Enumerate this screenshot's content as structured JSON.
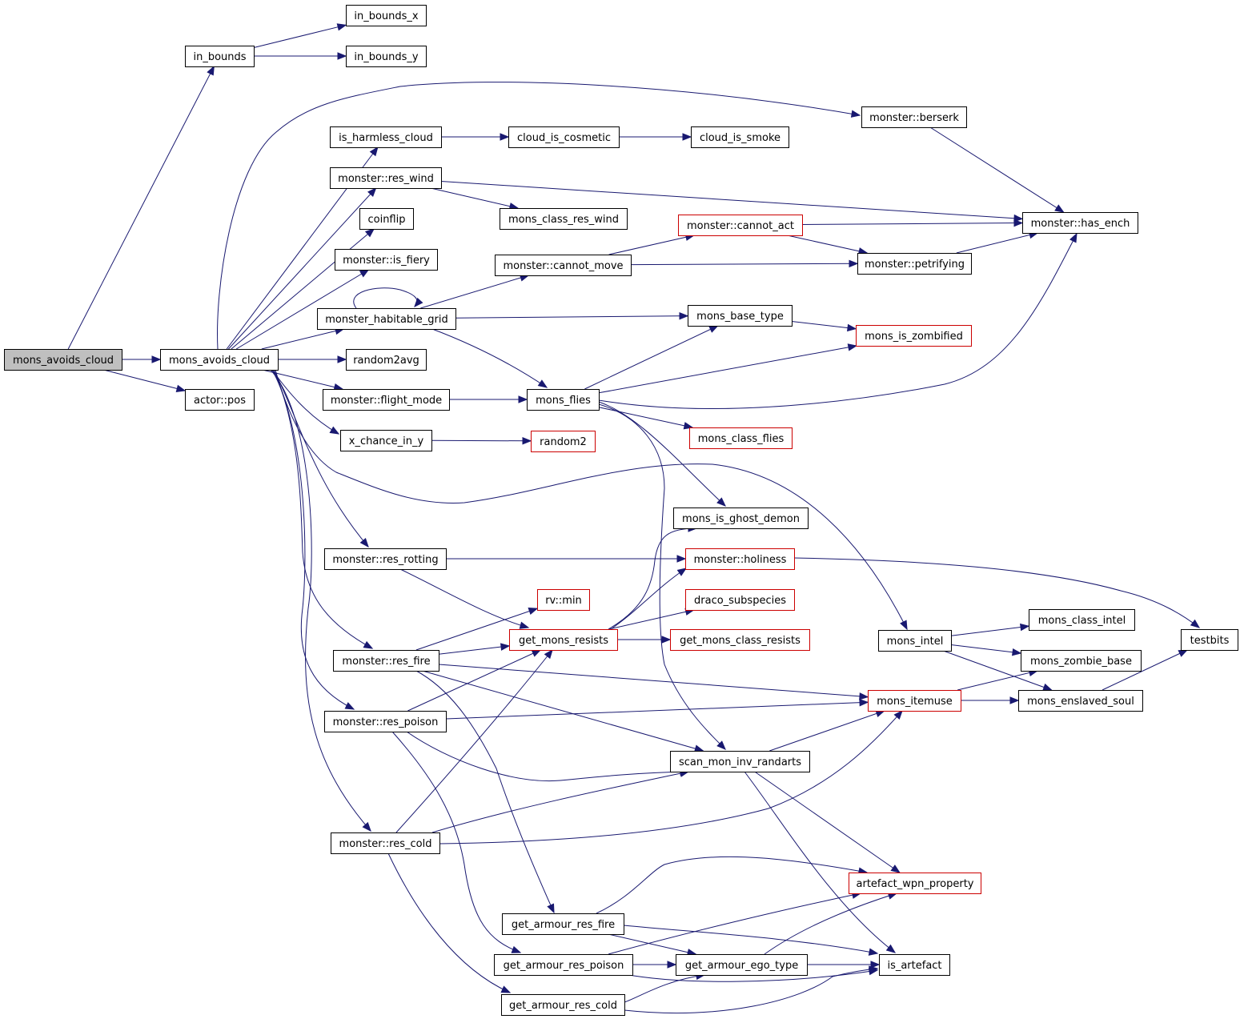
{
  "colors": {
    "edge": "#191970",
    "node_border": "#000000",
    "node_border_truncated": "#cc0000",
    "node_fill": "#ffffff",
    "root_fill": "#bfbfbf",
    "text": "#000000"
  },
  "nodes": [
    {
      "id": "root",
      "label": "mons_avoids_cloud",
      "kind": "root"
    },
    {
      "id": "in_bounds",
      "label": "in_bounds",
      "kind": "normal"
    },
    {
      "id": "in_bounds_x",
      "label": "in_bounds_x",
      "kind": "normal"
    },
    {
      "id": "in_bounds_y",
      "label": "in_bounds_y",
      "kind": "normal"
    },
    {
      "id": "mac2",
      "label": "mons_avoids_cloud",
      "kind": "normal"
    },
    {
      "id": "actor_pos",
      "label": "actor::pos",
      "kind": "normal"
    },
    {
      "id": "monster_berserk",
      "label": "monster::berserk",
      "kind": "normal"
    },
    {
      "id": "is_harmless_cloud",
      "label": "is_harmless_cloud",
      "kind": "normal"
    },
    {
      "id": "cloud_is_cosmetic",
      "label": "cloud_is_cosmetic",
      "kind": "normal"
    },
    {
      "id": "cloud_is_smoke",
      "label": "cloud_is_smoke",
      "kind": "normal"
    },
    {
      "id": "res_wind",
      "label": "monster::res_wind",
      "kind": "normal"
    },
    {
      "id": "mons_class_res_wind",
      "label": "mons_class_res_wind",
      "kind": "normal"
    },
    {
      "id": "has_ench",
      "label": "monster::has_ench",
      "kind": "normal"
    },
    {
      "id": "coinflip",
      "label": "coinflip",
      "kind": "normal"
    },
    {
      "id": "cannot_act",
      "label": "monster::cannot_act",
      "kind": "truncated"
    },
    {
      "id": "is_fiery",
      "label": "monster::is_fiery",
      "kind": "normal"
    },
    {
      "id": "cannot_move",
      "label": "monster::cannot_move",
      "kind": "normal"
    },
    {
      "id": "petrifying",
      "label": "monster::petrifying",
      "kind": "normal"
    },
    {
      "id": "habitable_grid",
      "label": "monster_habitable_grid",
      "kind": "normal"
    },
    {
      "id": "mons_base_type",
      "label": "mons_base_type",
      "kind": "normal"
    },
    {
      "id": "mons_is_zombified",
      "label": "mons_is_zombified",
      "kind": "truncated"
    },
    {
      "id": "random2avg",
      "label": "random2avg",
      "kind": "normal"
    },
    {
      "id": "flight_mode",
      "label": "monster::flight_mode",
      "kind": "normal"
    },
    {
      "id": "mons_flies",
      "label": "mons_flies",
      "kind": "normal"
    },
    {
      "id": "mons_class_flies",
      "label": "mons_class_flies",
      "kind": "truncated"
    },
    {
      "id": "x_chance_in_y",
      "label": "x_chance_in_y",
      "kind": "normal"
    },
    {
      "id": "random2",
      "label": "random2",
      "kind": "truncated"
    },
    {
      "id": "ghost_demon",
      "label": "mons_is_ghost_demon",
      "kind": "normal"
    },
    {
      "id": "res_rotting",
      "label": "monster::res_rotting",
      "kind": "normal"
    },
    {
      "id": "holiness",
      "label": "monster::holiness",
      "kind": "truncated"
    },
    {
      "id": "rv_min",
      "label": "rv::min",
      "kind": "truncated"
    },
    {
      "id": "draco",
      "label": "draco_subspecies",
      "kind": "truncated"
    },
    {
      "id": "get_mons_resists",
      "label": "get_mons_resists",
      "kind": "truncated"
    },
    {
      "id": "get_mons_class_resists",
      "label": "get_mons_class_resists",
      "kind": "truncated"
    },
    {
      "id": "mons_intel",
      "label": "mons_intel",
      "kind": "normal"
    },
    {
      "id": "mons_class_intel",
      "label": "mons_class_intel",
      "kind": "normal"
    },
    {
      "id": "testbits",
      "label": "testbits",
      "kind": "normal"
    },
    {
      "id": "res_fire",
      "label": "monster::res_fire",
      "kind": "normal"
    },
    {
      "id": "mons_zombie_base",
      "label": "mons_zombie_base",
      "kind": "normal"
    },
    {
      "id": "mons_itemuse",
      "label": "mons_itemuse",
      "kind": "truncated"
    },
    {
      "id": "enslaved_soul",
      "label": "mons_enslaved_soul",
      "kind": "normal"
    },
    {
      "id": "res_poison",
      "label": "monster::res_poison",
      "kind": "normal"
    },
    {
      "id": "scan_randarts",
      "label": "scan_mon_inv_randarts",
      "kind": "normal"
    },
    {
      "id": "res_cold",
      "label": "monster::res_cold",
      "kind": "normal"
    },
    {
      "id": "artefact_wpn",
      "label": "artefact_wpn_property",
      "kind": "truncated"
    },
    {
      "id": "armour_res_fire",
      "label": "get_armour_res_fire",
      "kind": "normal"
    },
    {
      "id": "armour_res_poison",
      "label": "get_armour_res_poison",
      "kind": "normal"
    },
    {
      "id": "armour_ego_type",
      "label": "get_armour_ego_type",
      "kind": "normal"
    },
    {
      "id": "is_artefact",
      "label": "is_artefact",
      "kind": "normal"
    },
    {
      "id": "armour_res_cold",
      "label": "get_armour_res_cold",
      "kind": "normal"
    }
  ],
  "edges": [
    [
      "root",
      "in_bounds"
    ],
    [
      "root",
      "mac2"
    ],
    [
      "root",
      "actor_pos"
    ],
    [
      "in_bounds",
      "in_bounds_x"
    ],
    [
      "in_bounds",
      "in_bounds_y"
    ],
    [
      "mac2",
      "monster_berserk"
    ],
    [
      "mac2",
      "is_harmless_cloud"
    ],
    [
      "mac2",
      "res_wind"
    ],
    [
      "mac2",
      "coinflip"
    ],
    [
      "mac2",
      "is_fiery"
    ],
    [
      "mac2",
      "habitable_grid"
    ],
    [
      "mac2",
      "random2avg"
    ],
    [
      "mac2",
      "flight_mode"
    ],
    [
      "mac2",
      "x_chance_in_y"
    ],
    [
      "mac2",
      "mons_intel"
    ],
    [
      "mac2",
      "res_rotting"
    ],
    [
      "mac2",
      "res_fire"
    ],
    [
      "mac2",
      "res_poison"
    ],
    [
      "mac2",
      "res_cold"
    ],
    [
      "is_harmless_cloud",
      "cloud_is_cosmetic"
    ],
    [
      "cloud_is_cosmetic",
      "cloud_is_smoke"
    ],
    [
      "monster_berserk",
      "has_ench"
    ],
    [
      "res_wind",
      "has_ench"
    ],
    [
      "res_wind",
      "mons_class_res_wind"
    ],
    [
      "cannot_act",
      "has_ench"
    ],
    [
      "cannot_act",
      "petrifying"
    ],
    [
      "petrifying",
      "has_ench"
    ],
    [
      "cannot_move",
      "cannot_act"
    ],
    [
      "cannot_move",
      "petrifying"
    ],
    [
      "habitable_grid",
      "habitable_grid"
    ],
    [
      "habitable_grid",
      "cannot_move"
    ],
    [
      "habitable_grid",
      "mons_base_type"
    ],
    [
      "habitable_grid",
      "mons_flies"
    ],
    [
      "mons_base_type",
      "mons_is_zombified"
    ],
    [
      "flight_mode",
      "mons_flies"
    ],
    [
      "mons_flies",
      "mons_base_type"
    ],
    [
      "mons_flies",
      "mons_is_zombified"
    ],
    [
      "mons_flies",
      "has_ench"
    ],
    [
      "mons_flies",
      "mons_class_flies"
    ],
    [
      "mons_flies",
      "ghost_demon"
    ],
    [
      "mons_flies",
      "scan_randarts"
    ],
    [
      "x_chance_in_y",
      "random2"
    ],
    [
      "res_rotting",
      "holiness"
    ],
    [
      "res_rotting",
      "get_mons_resists"
    ],
    [
      "holiness",
      "testbits"
    ],
    [
      "get_mons_resists",
      "ghost_demon"
    ],
    [
      "get_mons_resists",
      "holiness"
    ],
    [
      "get_mons_resists",
      "draco"
    ],
    [
      "get_mons_resists",
      "get_mons_class_resists"
    ],
    [
      "mons_intel",
      "mons_class_intel"
    ],
    [
      "mons_intel",
      "mons_zombie_base"
    ],
    [
      "mons_intel",
      "enslaved_soul"
    ],
    [
      "enslaved_soul",
      "testbits"
    ],
    [
      "mons_itemuse",
      "mons_zombie_base"
    ],
    [
      "mons_itemuse",
      "enslaved_soul"
    ],
    [
      "res_fire",
      "rv_min"
    ],
    [
      "res_fire",
      "get_mons_resists"
    ],
    [
      "res_fire",
      "mons_itemuse"
    ],
    [
      "res_fire",
      "scan_randarts"
    ],
    [
      "res_fire",
      "armour_res_fire"
    ],
    [
      "res_poison",
      "get_mons_resists"
    ],
    [
      "res_poison",
      "mons_itemuse"
    ],
    [
      "res_poison",
      "scan_randarts"
    ],
    [
      "res_poison",
      "armour_res_poison"
    ],
    [
      "res_cold",
      "get_mons_resists"
    ],
    [
      "res_cold",
      "scan_randarts"
    ],
    [
      "res_cold",
      "mons_itemuse"
    ],
    [
      "res_cold",
      "armour_res_cold"
    ],
    [
      "scan_randarts",
      "mons_itemuse"
    ],
    [
      "scan_randarts",
      "artefact_wpn"
    ],
    [
      "scan_randarts",
      "is_artefact"
    ],
    [
      "armour_res_fire",
      "artefact_wpn"
    ],
    [
      "armour_res_fire",
      "armour_ego_type"
    ],
    [
      "armour_res_fire",
      "is_artefact"
    ],
    [
      "armour_res_poison",
      "artefact_wpn"
    ],
    [
      "armour_res_poison",
      "armour_ego_type"
    ],
    [
      "armour_res_poison",
      "is_artefact"
    ],
    [
      "armour_ego_type",
      "artefact_wpn"
    ],
    [
      "armour_ego_type",
      "is_artefact"
    ],
    [
      "armour_res_cold",
      "armour_ego_type"
    ],
    [
      "armour_res_cold",
      "is_artefact"
    ]
  ]
}
